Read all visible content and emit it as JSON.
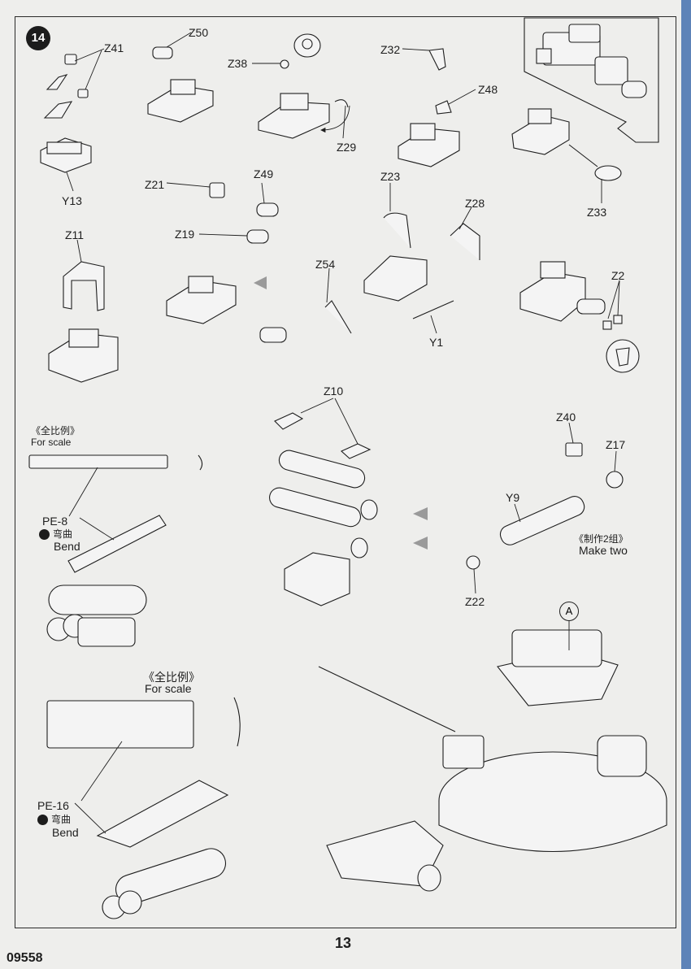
{
  "page": {
    "step_number": "14",
    "page_number": "13",
    "kit_code": "09558"
  },
  "labels": {
    "z41": "Z41",
    "y13": "Y13",
    "z50": "Z50",
    "z38": "Z38",
    "z29": "Z29",
    "z32": "Z32",
    "z48": "Z48",
    "z33": "Z33",
    "z21": "Z21",
    "z49": "Z49",
    "z19": "Z19",
    "z23": "Z23",
    "z28": "Z28",
    "z54": "Z54",
    "y1": "Y1",
    "z11": "Z11",
    "z2": "Z2",
    "z10": "Z10",
    "z40": "Z40",
    "z17": "Z17",
    "y9": "Y9",
    "z22": "Z22",
    "callout_a": "A"
  },
  "notes": {
    "scale_cn_1": "《全比例》",
    "scale_en_1": "For scale",
    "pe8": "PE-8",
    "bend_cn_1": "弯曲",
    "bend_en_1": "Bend",
    "scale_cn_2": "《全比例》",
    "scale_en_2": "For scale",
    "pe16": "PE-16",
    "bend_cn_2": "弯曲",
    "bend_en_2": "Bend",
    "make_two_cn": "《制作2组》",
    "make_two_en": "Make two"
  },
  "colors": {
    "paper": "#eeeeec",
    "background": "#5d83b8",
    "ink": "#1e1e1e",
    "part_fill": "#f4f4f4",
    "part_shadow": "#9a9a9a"
  }
}
